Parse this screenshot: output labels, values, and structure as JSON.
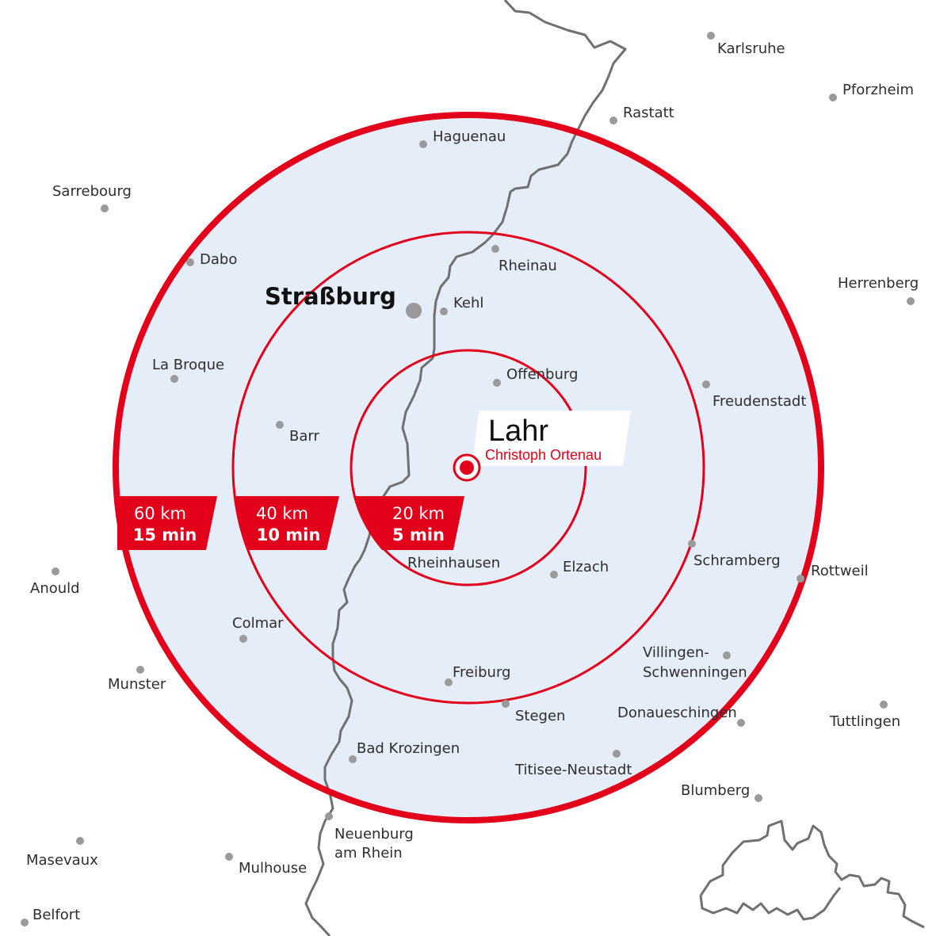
{
  "colors": {
    "accent_red": "#e2001a",
    "zone_fill": "#e5edf8",
    "border_gray": "#707070",
    "city_dot": "#9a9a9a"
  },
  "base": {
    "name": "Lahr",
    "subtitle": "Christoph Ortenau"
  },
  "major_city": {
    "name": "Straßburg"
  },
  "rings": [
    {
      "km": "20 km",
      "min": "5 min"
    },
    {
      "km": "40 km",
      "min": "10 min"
    },
    {
      "km": "60 km",
      "min": "15 min"
    }
  ],
  "cities": {
    "karlsruhe": "Karlsruhe",
    "pforzheim": "Pforzheim",
    "rastatt": "Rastatt",
    "haguenau": "Haguenau",
    "sarrebourg": "Sarrebourg",
    "dabo": "Dabo",
    "rheinau": "Rheinau",
    "herrenberg": "Herrenberg",
    "kehl": "Kehl",
    "la_broque": "La Broque",
    "offenburg": "Offenburg",
    "freudenstadt": "Freudenstadt",
    "barr": "Barr",
    "schramberg": "Schramberg",
    "rottweil": "Rottweil",
    "rheinhausen": "Rheinhausen",
    "elzach": "Elzach",
    "anould": "Anould",
    "colmar": "Colmar",
    "villingen_1": "Villingen-",
    "villingen_2": "Schwenningen",
    "munster": "Munster",
    "freiburg": "Freiburg",
    "stegen": "Stegen",
    "donaueschingen": "Donaueschingen",
    "tuttlingen": "Tuttlingen",
    "bad_krozingen": "Bad Krozingen",
    "titisee": "Titisee-Neustadt",
    "blumberg": "Blumberg",
    "neuenburg_1": "Neuenburg",
    "neuenburg_2": "am Rhein",
    "masevaux": "Masevaux",
    "mulhouse": "Mulhouse",
    "belfort": "Belfort"
  }
}
